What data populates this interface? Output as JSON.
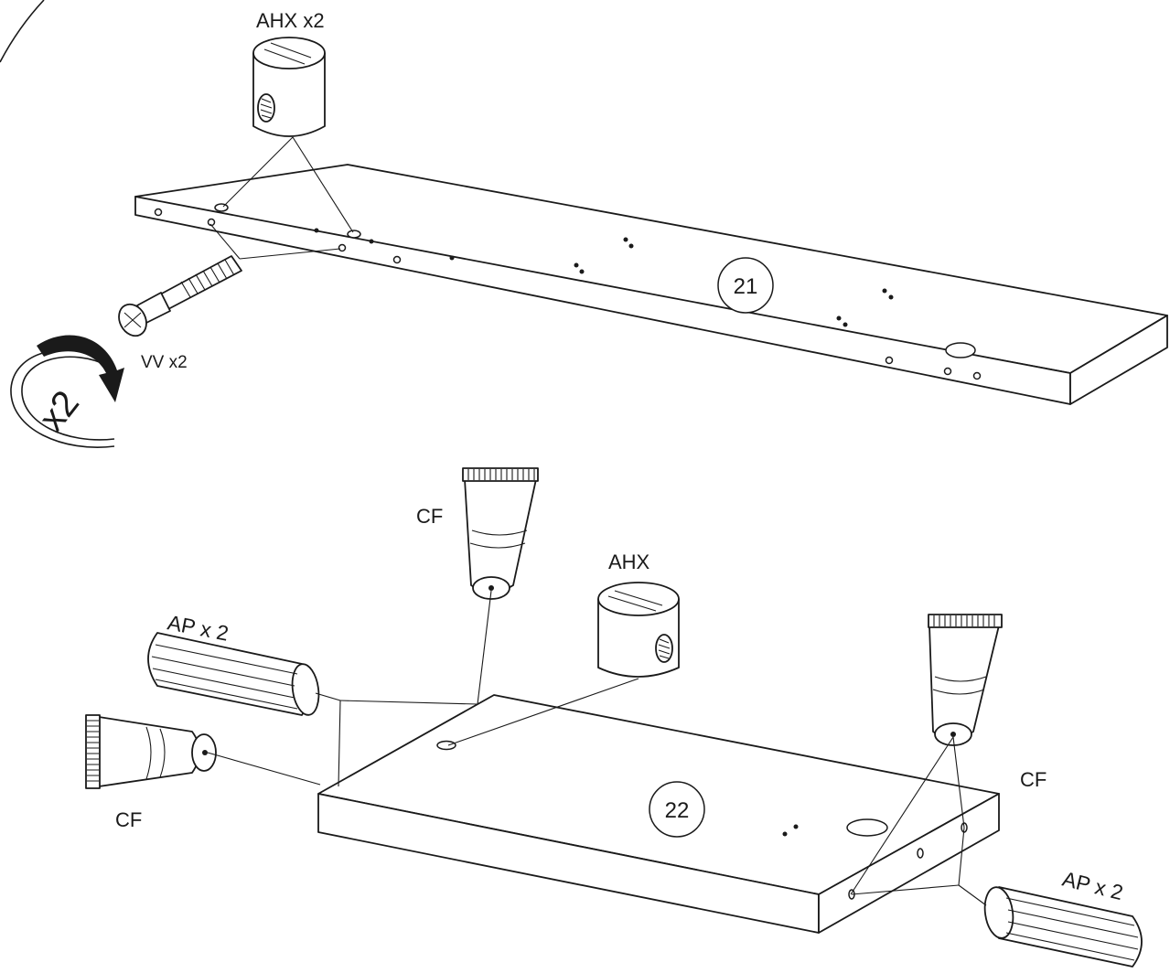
{
  "labels": {
    "ahx_x2": "AHX x2",
    "vv_x2": "VV x2",
    "rotate_x2": "x2",
    "panel_21": "21",
    "cf_top": "CF",
    "ahx": "AHX",
    "ap_x2_left": "AP x 2",
    "cf_left": "CF",
    "panel_22": "22",
    "cf_right": "CF",
    "ap_x2_right": "AP x 2"
  },
  "colors": {
    "ink": "#1a1a1a",
    "paper": "#ffffff"
  }
}
